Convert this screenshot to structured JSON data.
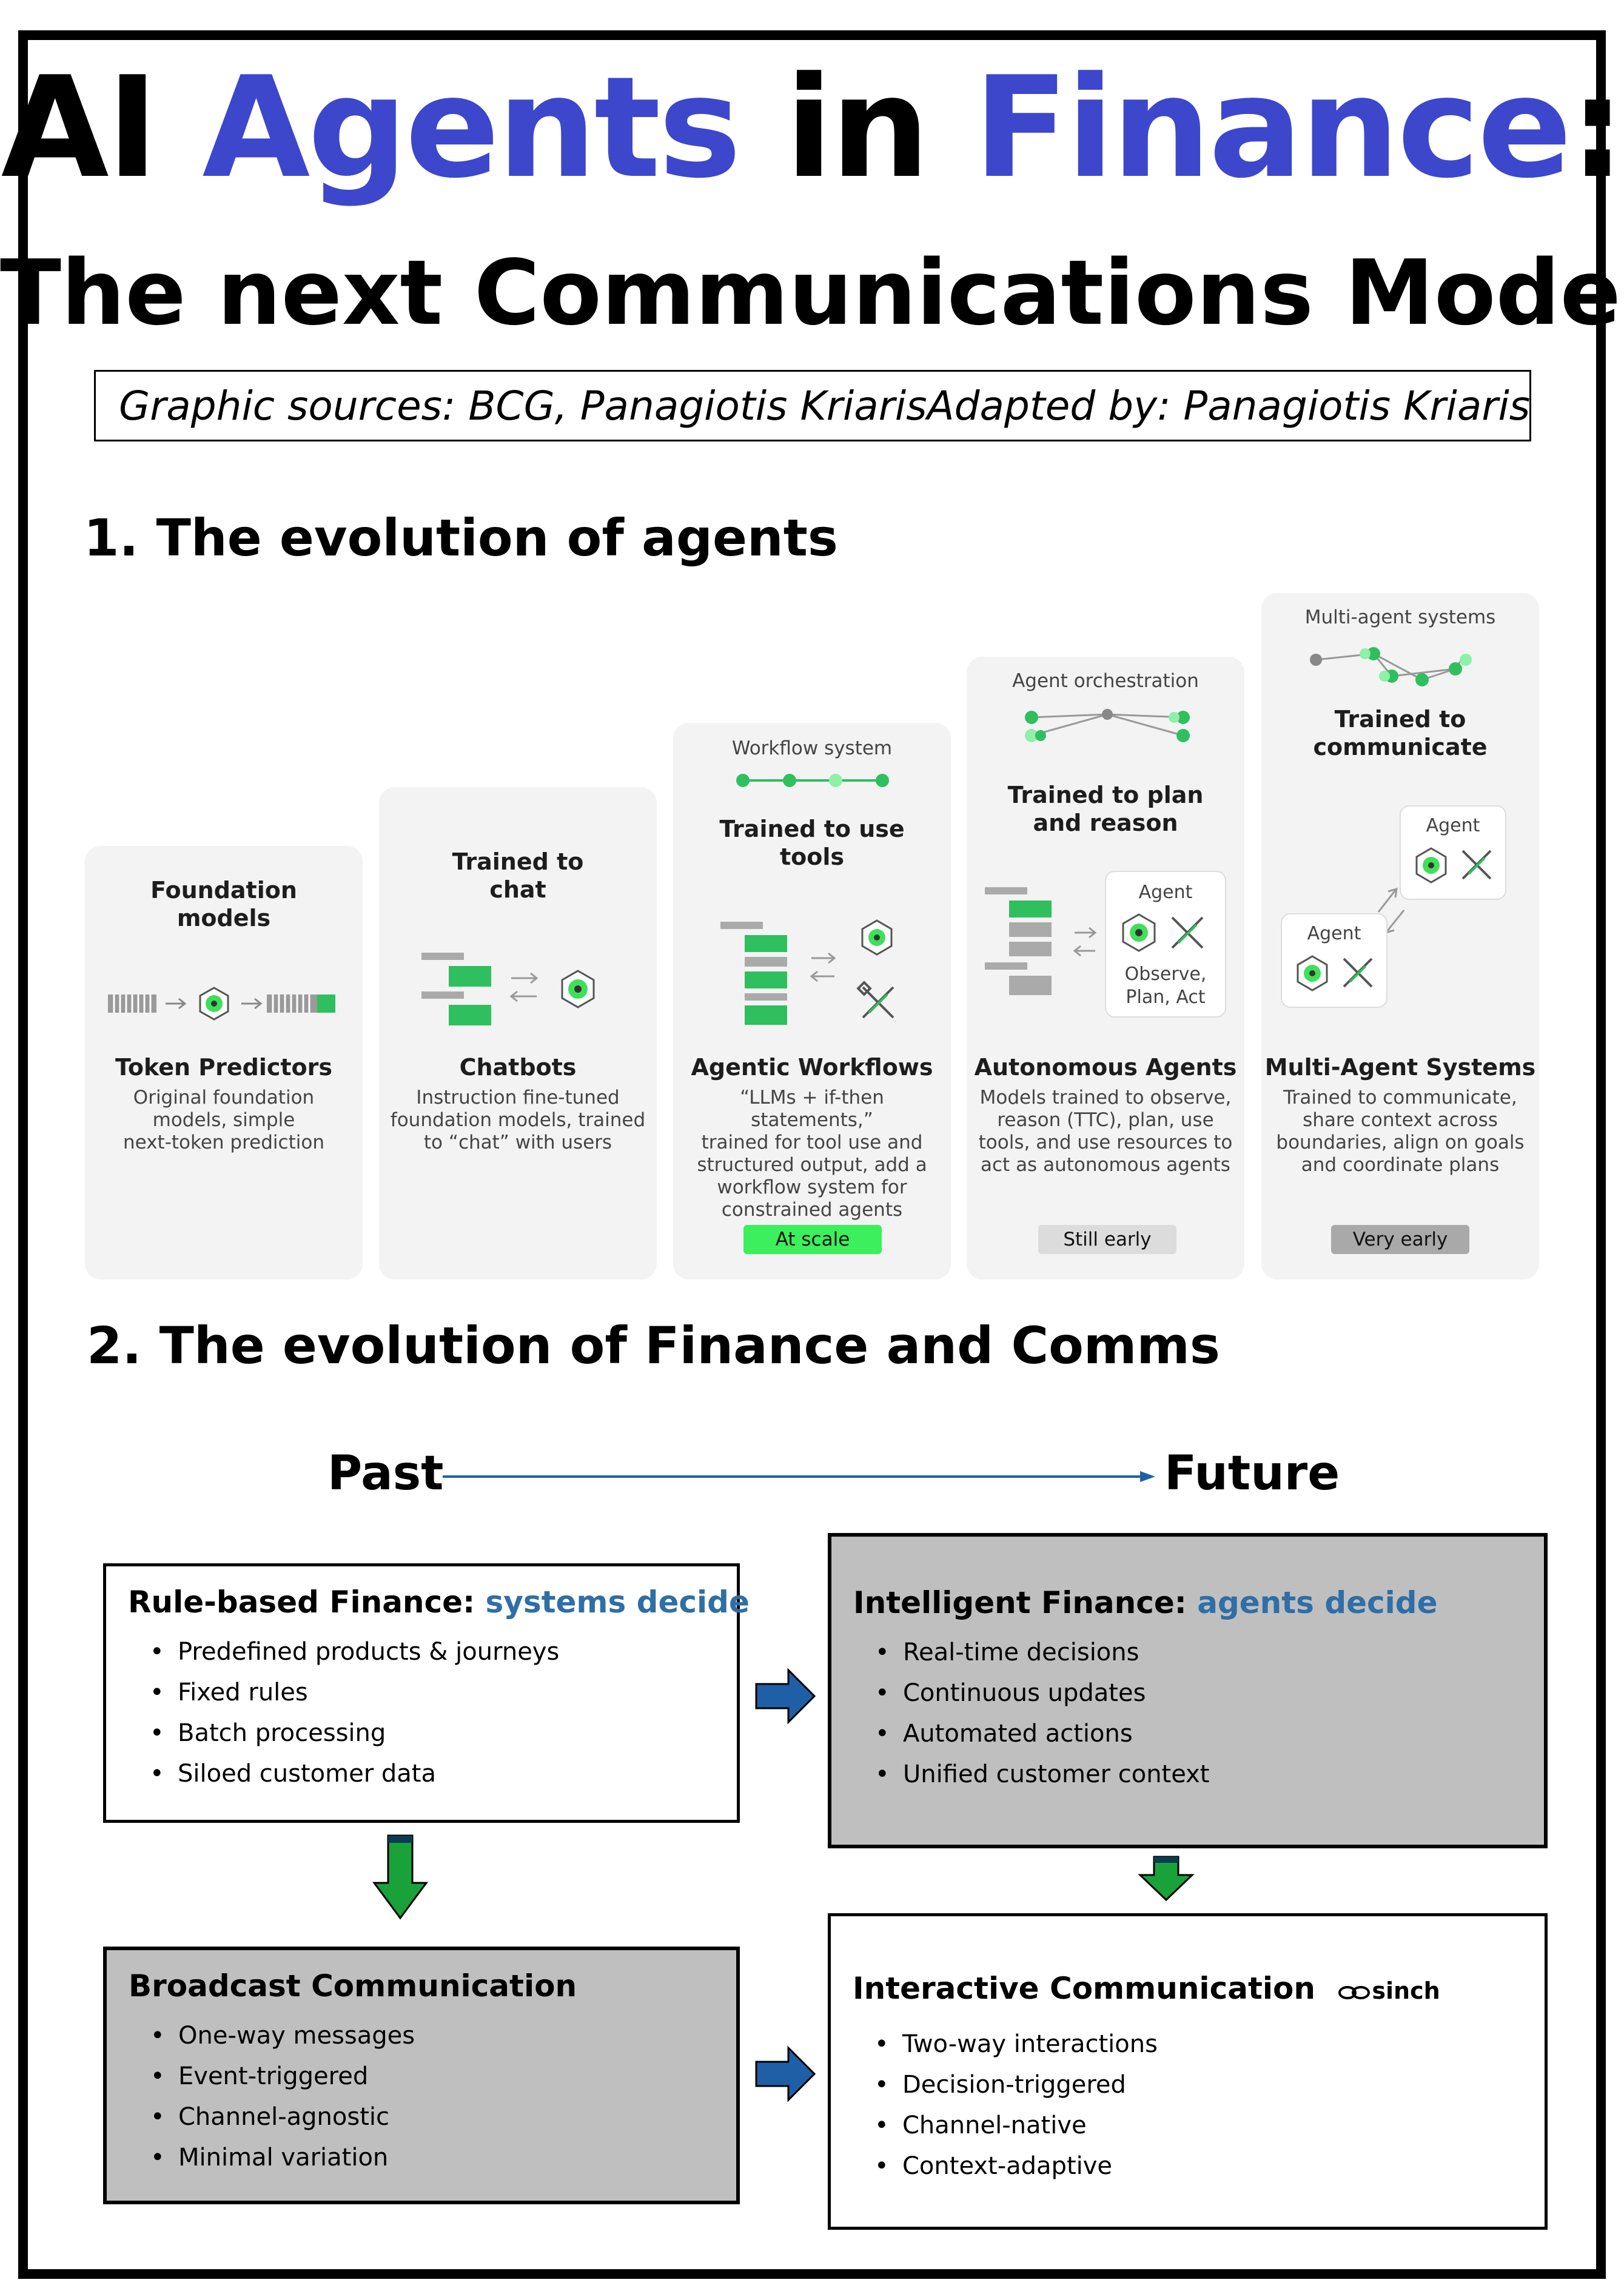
{
  "title": {
    "part1": "AI ",
    "part2": "Agents",
    "part3": " in ",
    "part4": "Finance",
    "part5": ":"
  },
  "subtitle": "The next Communications Model",
  "sources": {
    "left": "Graphic sources: BCG, Panagiotis Kriaris",
    "right": "Adapted by: Panagiotis Kriaris"
  },
  "section1": "1. The evolution of agents",
  "section2": "2. The evolution of Finance and Comms",
  "stages": [
    {
      "top_label": "",
      "heading": "Foundation\nmodels",
      "name": "Token Predictors",
      "desc": "Original foundation\nmodels, simple\nnext-token prediction",
      "badge": ""
    },
    {
      "top_label": "",
      "heading": "Trained to\nchat",
      "name": "Chatbots",
      "desc": "Instruction fine-tuned\nfoundation models, trained\nto “chat” with users",
      "badge": ""
    },
    {
      "top_label": "Workflow system",
      "heading": "Trained to use\ntools",
      "name": "Agentic Workflows",
      "desc": "“LLMs + if-then statements,”\ntrained for tool use and\nstructured output, add a\nworkflow system for\nconstrained agents",
      "badge": "At scale"
    },
    {
      "top_label": "Agent orchestration",
      "heading": "Trained to plan\nand reason",
      "name": "Autonomous Agents",
      "desc": "Models trained to observe,\nreason (TTC), plan, use\ntools, and use resources to\nact as autonomous agents",
      "badge": "Still early"
    },
    {
      "top_label": "Multi-agent systems",
      "heading": "Trained to\ncommunicate",
      "name": "Multi-Agent Systems",
      "desc": "Trained to communicate,\nshare context across\nboundaries, align on goals\nand coordinate plans",
      "badge": "Very early"
    }
  ],
  "agent_label": "Agent",
  "agent_actions": "Observe,\nPlan, Act",
  "timeline": {
    "past": "Past",
    "future": "Future"
  },
  "boxes": {
    "rule_based": {
      "title": "Rule-based Finance: ",
      "accent": "systems decide",
      "items": [
        "Predefined products & journeys",
        "Fixed rules",
        "Batch processing",
        "Siloed customer data"
      ]
    },
    "intelligent": {
      "title": "Intelligent Finance: ",
      "accent": "agents decide",
      "items": [
        "Real-time decisions",
        "Continuous updates",
        "Automated actions",
        "Unified customer context"
      ]
    },
    "broadcast": {
      "title": "Broadcast Communication",
      "items": [
        "One-way messages",
        "Event-triggered",
        "Channel-agnostic",
        "Minimal variation"
      ]
    },
    "interactive": {
      "title": "Interactive Communication",
      "brand": "sinch",
      "items": [
        "Two-way interactions",
        "Decision-triggered",
        "Channel-native",
        "Context-adaptive"
      ]
    }
  },
  "colors": {
    "title_blue": "#3d47cc",
    "accent_blue": "#2f6ea6",
    "green": "#2fbf5f",
    "badge_green": "#3cef5c",
    "gray_box": "#bfbfbf",
    "arrow_blue": "#1f5fa8",
    "arrow_green": "#1aa23a"
  }
}
